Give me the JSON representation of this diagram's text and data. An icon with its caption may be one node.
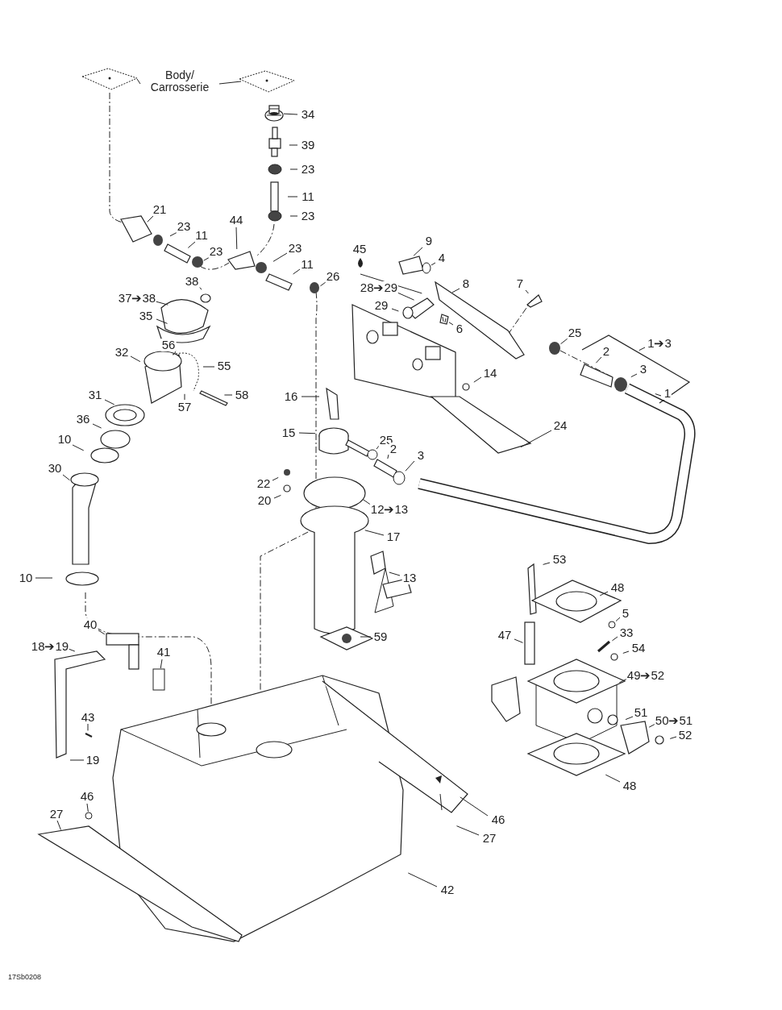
{
  "diagram": {
    "nodes": [
      {
        "text": [
          "Body/ Carrosserie"
        ]
      },
      {
        "text": [],
        "shape": "picture"
      },
      {
        "text": [],
        "shape": "picture"
      },
      {
        "text": [
          "34"
        ]
      },
      {
        "text": [
          "39"
        ]
      },
      {
        "text": [
          "23"
        ]
      },
      {
        "text": [
          "11"
        ]
      },
      {
        "text": [
          "23"
        ]
      },
      {
        "text": [
          "21"
        ]
      },
      {
        "text": [
          "44"
        ]
      },
      {
        "text": [
          "23"
        ]
      },
      {
        "text": [
          "11"
        ]
      },
      {
        "text": [
          "23"
        ]
      },
      {
        "text": [
          "23"
        ]
      },
      {
        "text": [
          "45"
        ]
      },
      {
        "text": [
          "9"
        ]
      },
      {
        "text": [
          "11"
        ]
      },
      {
        "text": [
          "4"
        ]
      },
      {
        "text": [
          "26"
        ]
      },
      {
        "text": [
          "38"
        ]
      },
      {
        "text": [
          "8"
        ]
      },
      {
        "text": [
          "7"
        ]
      },
      {
        "text": [
          "28➔29"
        ]
      },
      {
        "text": [
          "37➔38"
        ]
      },
      {
        "text": [
          "29"
        ]
      },
      {
        "text": [
          "35"
        ]
      },
      {
        "text": [
          "6"
        ]
      },
      {
        "text": [
          "25"
        ]
      },
      {
        "text": [
          "1➔3"
        ]
      },
      {
        "text": [
          "56"
        ]
      },
      {
        "text": [
          "32"
        ]
      },
      {
        "text": [
          "2"
        ]
      },
      {
        "text": [
          "55"
        ]
      },
      {
        "text": [
          "3"
        ]
      },
      {
        "text": [
          "14"
        ]
      },
      {
        "text": [
          "1"
        ]
      },
      {
        "text": [
          "58"
        ]
      },
      {
        "text": [
          "31"
        ]
      },
      {
        "text": [
          "16"
        ]
      },
      {
        "text": [
          "57"
        ]
      },
      {
        "text": [
          "36"
        ]
      },
      {
        "text": [
          "24"
        ]
      },
      {
        "text": [
          "15"
        ]
      },
      {
        "text": [
          "25"
        ]
      },
      {
        "text": [
          "10"
        ]
      },
      {
        "text": [
          "2"
        ]
      },
      {
        "text": [
          "3"
        ]
      },
      {
        "text": [
          "30"
        ]
      },
      {
        "text": [
          "22"
        ]
      },
      {
        "text": [
          "20"
        ]
      },
      {
        "text": [
          "12➔13"
        ]
      },
      {
        "text": [
          "17"
        ]
      },
      {
        "text": [
          "53"
        ]
      },
      {
        "text": [
          "10"
        ]
      },
      {
        "text": [
          "13"
        ]
      },
      {
        "text": [
          "48"
        ]
      },
      {
        "text": [
          "5"
        ]
      },
      {
        "text": [
          "40"
        ]
      },
      {
        "text": [
          "33"
        ]
      },
      {
        "text": [
          "47"
        ]
      },
      {
        "text": [
          "59"
        ]
      },
      {
        "text": [
          "18➔19"
        ]
      },
      {
        "text": [
          "54"
        ]
      },
      {
        "text": [
          "41"
        ]
      },
      {
        "text": [
          "49➔52"
        ]
      },
      {
        "text": [
          "51"
        ]
      },
      {
        "text": [
          "43"
        ]
      },
      {
        "text": [
          "50➔51"
        ]
      },
      {
        "text": [
          "52"
        ]
      },
      {
        "text": [
          "19"
        ]
      },
      {
        "text": [
          "48"
        ]
      },
      {
        "text": [
          "46"
        ]
      },
      {
        "text": [
          "27"
        ]
      },
      {
        "text": [
          "46"
        ]
      },
      {
        "text": [
          "27"
        ]
      },
      {
        "text": [
          "42"
        ]
      },
      {
        "text": [],
        "shape": "picture"
      },
      {
        "text": [],
        "shape": "circle"
      },
      {
        "text": [],
        "shape": "picture"
      },
      {
        "text": [],
        "shape": "picture"
      },
      {
        "text": [],
        "shape": "circle"
      },
      {
        "text": [],
        "shape": "picture"
      },
      {
        "text": [],
        "shape": "circle"
      },
      {
        "text": [],
        "shape": "circle"
      },
      {
        "text": [],
        "shape": "box"
      },
      {
        "text": [],
        "shape": "circle"
      }
    ],
    "edges": [
      {
        "from": 0,
        "to": 1,
        "arrow": "none"
      },
      {
        "from": 0,
        "to": 2,
        "arrow": "none"
      },
      {
        "from": 3,
        "to": 76,
        "arrow": "none"
      },
      {
        "from": 4,
        "to": null,
        "arrow": "none"
      },
      {
        "from": 5,
        "to": null,
        "arrow": "none"
      },
      {
        "from": 6,
        "to": null,
        "arrow": "none"
      },
      {
        "from": 7,
        "to": null,
        "arrow": "none"
      },
      {
        "from": 8,
        "to": null,
        "arrow": "none"
      },
      {
        "from": 9,
        "to": null,
        "arrow": "none"
      },
      {
        "from": 10,
        "to": null,
        "arrow": "none"
      },
      {
        "from": 11,
        "to": null,
        "arrow": "none"
      },
      {
        "from": 12,
        "to": null,
        "arrow": "none"
      },
      {
        "from": 13,
        "to": null,
        "arrow": "none"
      },
      {
        "from": 14,
        "to": null,
        "arrow": "none"
      },
      {
        "from": 15,
        "to": null,
        "arrow": "none"
      },
      {
        "from": 16,
        "to": null,
        "arrow": "none"
      },
      {
        "from": 17,
        "to": 77,
        "arrow": "none"
      },
      {
        "from": 18,
        "to": null,
        "arrow": "none"
      },
      {
        "from": 19,
        "to": null,
        "arrow": "none"
      },
      {
        "from": 20,
        "to": null,
        "arrow": "none"
      },
      {
        "from": 21,
        "to": 78,
        "arrow": "none"
      },
      {
        "from": 22,
        "to": null,
        "arrow": "none"
      },
      {
        "from": 23,
        "to": null,
        "arrow": "none"
      },
      {
        "from": 24,
        "to": null,
        "arrow": "none"
      },
      {
        "from": 25,
        "to": null,
        "arrow": "none"
      },
      {
        "from": 26,
        "to": 79,
        "arrow": "none"
      },
      {
        "from": 27,
        "to": null,
        "arrow": "none"
      },
      {
        "from": 28,
        "to": null,
        "arrow": "none"
      },
      {
        "from": 29,
        "to": null,
        "arrow": "none"
      },
      {
        "from": 30,
        "to": null,
        "arrow": "none"
      },
      {
        "from": 31,
        "to": null,
        "arrow": "none"
      },
      {
        "from": 32,
        "to": null,
        "arrow": "none"
      },
      {
        "from": 33,
        "to": null,
        "arrow": "none"
      },
      {
        "from": 34,
        "to": null,
        "arrow": "none"
      },
      {
        "from": 35,
        "to": null,
        "arrow": "none"
      },
      {
        "from": 36,
        "to": null,
        "arrow": "none"
      },
      {
        "from": 37,
        "to": null,
        "arrow": "none"
      },
      {
        "from": 38,
        "to": null,
        "arrow": "none"
      },
      {
        "from": 39,
        "to": null,
        "arrow": "none"
      },
      {
        "from": 40,
        "to": null,
        "arrow": "none"
      },
      {
        "from": 41,
        "to": null,
        "arrow": "none"
      },
      {
        "from": 42,
        "to": null,
        "arrow": "none"
      },
      {
        "from": 43,
        "to": 80,
        "arrow": "none"
      },
      {
        "from": 44,
        "to": null,
        "arrow": "none"
      },
      {
        "from": 45,
        "to": 81,
        "arrow": "none"
      },
      {
        "from": 46,
        "to": 82,
        "arrow": "none"
      },
      {
        "from": 47,
        "to": null,
        "arrow": "none"
      },
      {
        "from": 48,
        "to": null,
        "arrow": "none"
      },
      {
        "from": 49,
        "to": null,
        "arrow": "none"
      },
      {
        "from": 50,
        "to": null,
        "arrow": "none"
      },
      {
        "from": 51,
        "to": null,
        "arrow": "none"
      },
      {
        "from": 52,
        "to": null,
        "arrow": "none"
      },
      {
        "from": 53,
        "to": null,
        "arrow": "none"
      },
      {
        "from": 54,
        "to": null,
        "arrow": "none"
      },
      {
        "from": 55,
        "to": null,
        "arrow": "none"
      },
      {
        "from": 56,
        "to": 83,
        "arrow": "none"
      },
      {
        "from": 57,
        "to": null,
        "arrow": "none"
      },
      {
        "from": 58,
        "to": null,
        "arrow": "none"
      },
      {
        "from": 59,
        "to": null,
        "arrow": "none"
      },
      {
        "from": 60,
        "to": null,
        "arrow": "none"
      },
      {
        "from": 61,
        "to": null,
        "arrow": "none"
      },
      {
        "from": 62,
        "to": null,
        "arrow": "none"
      },
      {
        "from": 63,
        "to": 84,
        "arrow": "none"
      },
      {
        "from": 64,
        "to": null,
        "arrow": "none"
      },
      {
        "from": 65,
        "to": null,
        "arrow": "none"
      },
      {
        "from": 66,
        "to": null,
        "arrow": "none"
      },
      {
        "from": 67,
        "to": null,
        "arrow": "none"
      },
      {
        "from": 68,
        "to": null,
        "arrow": "none"
      },
      {
        "from": 69,
        "to": null,
        "arrow": "none"
      },
      {
        "from": 70,
        "to": null,
        "arrow": "none"
      },
      {
        "from": 71,
        "to": 85,
        "arrow": "none"
      },
      {
        "from": 72,
        "to": null,
        "arrow": "none"
      },
      {
        "from": 73,
        "to": null,
        "arrow": "none"
      },
      {
        "from": 74,
        "to": null,
        "arrow": "none"
      },
      {
        "from": 75,
        "to": null,
        "arrow": "none"
      }
    ],
    "labels": [
      "17Sb0208"
    ]
  }
}
